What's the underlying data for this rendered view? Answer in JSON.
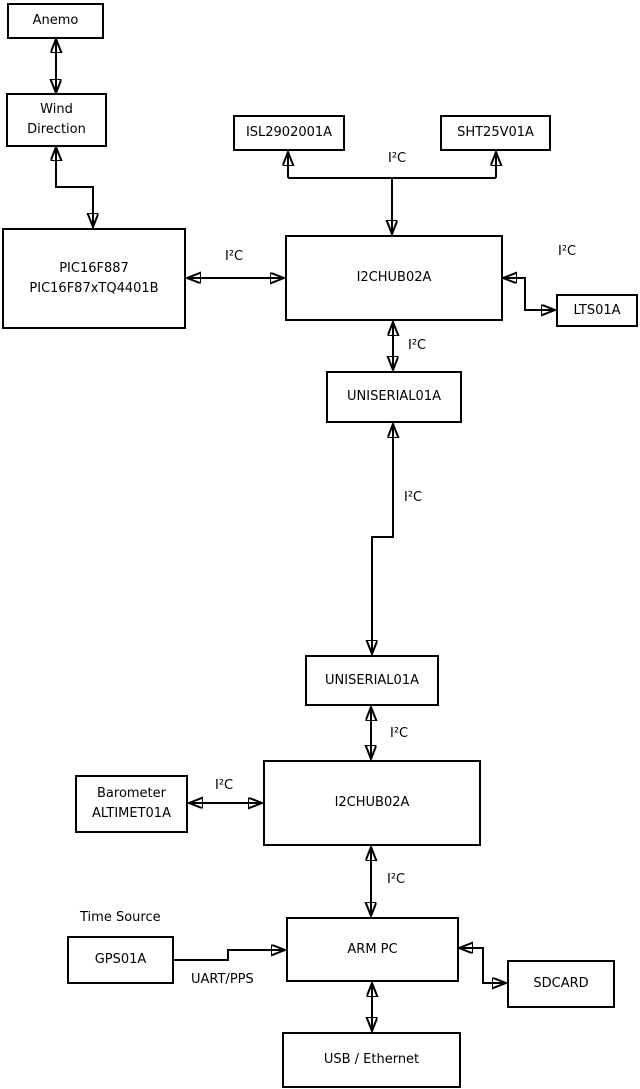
{
  "colors": {
    "background": "#ffffff",
    "line": "#000000",
    "box_fill": "#ffffff",
    "text": "#000000"
  },
  "labels": {
    "i2c": "I²C",
    "time_source": "Time Source",
    "uart_pps": "UART/PPS"
  },
  "boxes": {
    "anemo": {
      "lines": [
        "Anemo"
      ]
    },
    "wind_direction": {
      "lines": [
        "Wind",
        "Direction"
      ]
    },
    "pic_controller": {
      "lines": [
        "PIC16F887",
        "PIC16F87xTQ4401B"
      ]
    },
    "isl_sensor": {
      "lines": [
        "ISL2902001A"
      ]
    },
    "sht_sensor": {
      "lines": [
        "SHT25V01A"
      ]
    },
    "i2c_hub_upper": {
      "lines": [
        "I2CHUB02A"
      ]
    },
    "lts_sensor": {
      "lines": [
        "LTS01A"
      ]
    },
    "uniserial_upper": {
      "lines": [
        "UNISERIAL01A"
      ]
    },
    "uniserial_lower": {
      "lines": [
        "UNISERIAL01A"
      ]
    },
    "i2c_hub_lower": {
      "lines": [
        "I2CHUB02A"
      ]
    },
    "barometer": {
      "lines": [
        "Barometer",
        "ALTIMET01A"
      ]
    },
    "gps": {
      "lines": [
        "GPS01A"
      ]
    },
    "arm_pc": {
      "lines": [
        "ARM PC"
      ]
    },
    "sdcard": {
      "lines": [
        "SDCARD"
      ]
    },
    "usb_ethernet": {
      "lines": [
        "USB / Ethernet"
      ]
    }
  }
}
